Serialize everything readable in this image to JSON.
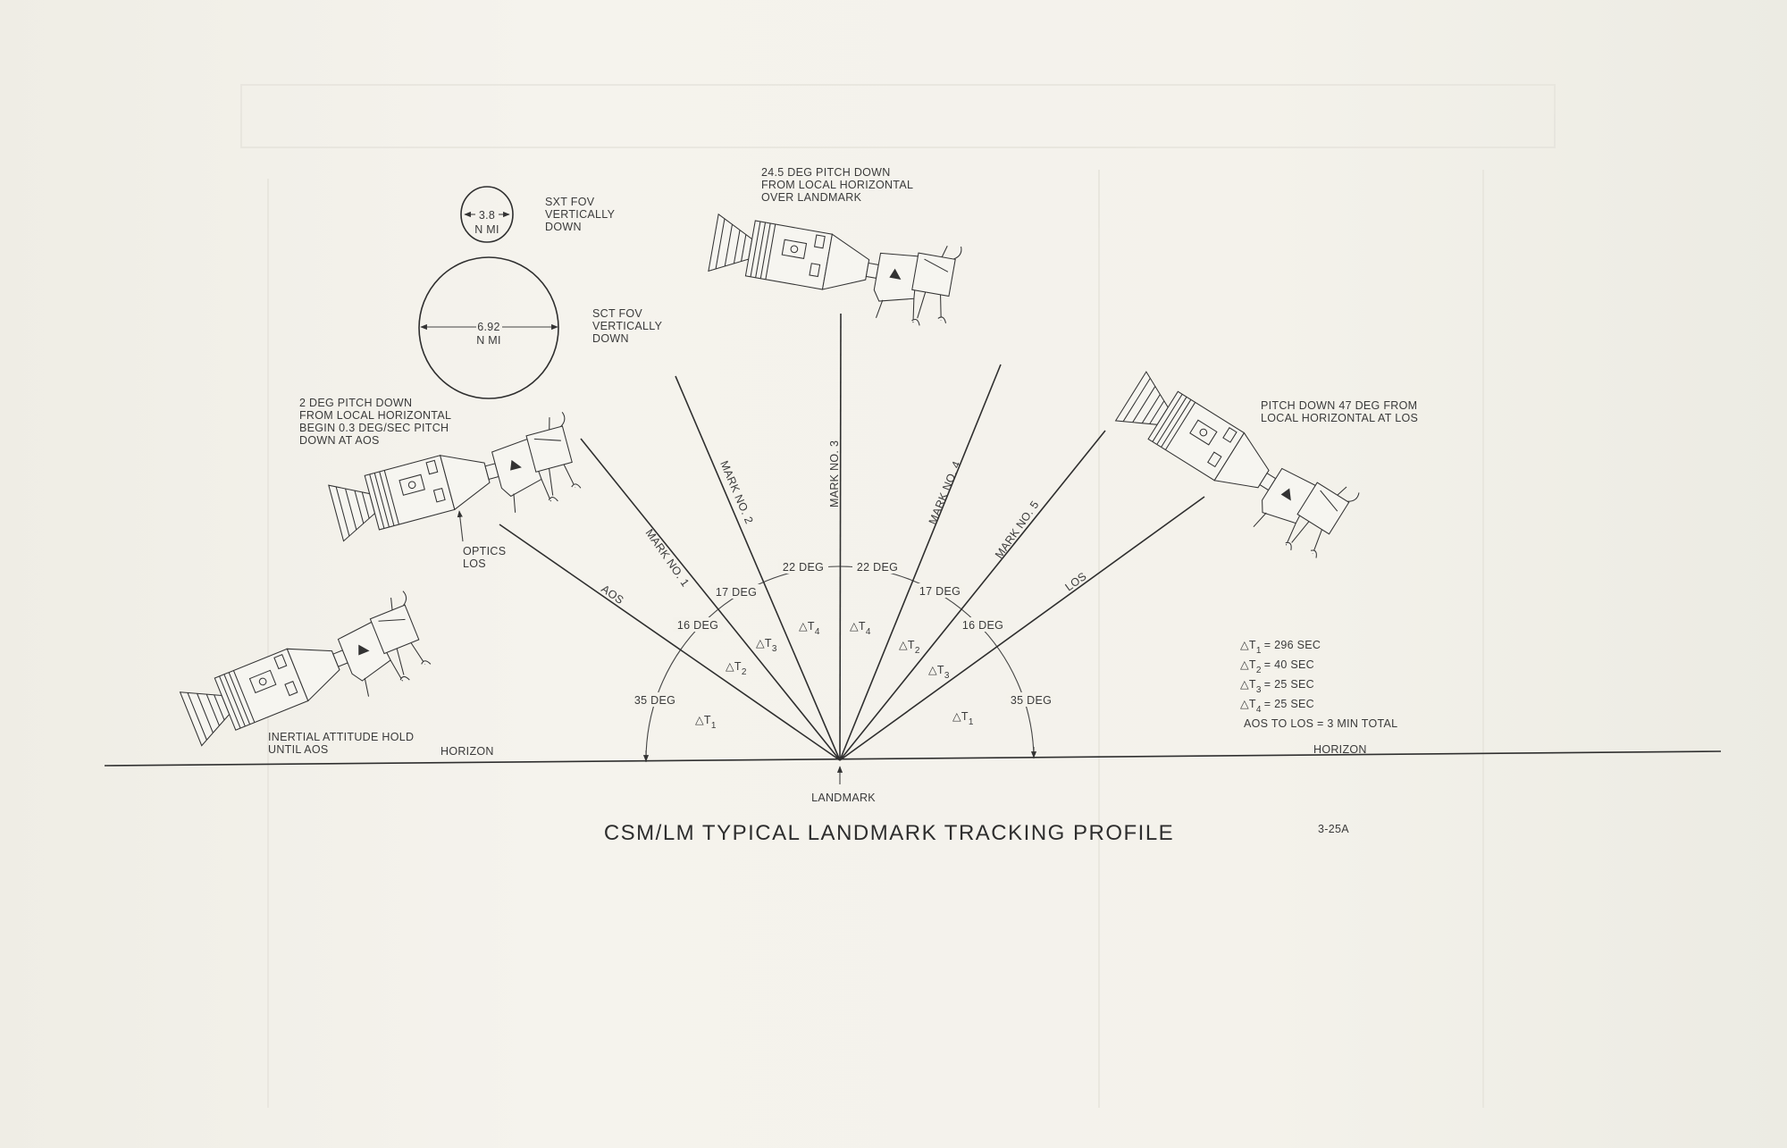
{
  "title": "CSM/LM TYPICAL LANDMARK TRACKING PROFILE",
  "figure_number": "3-25A",
  "fov": {
    "sxt": {
      "diameter": "3.8",
      "unit": "N MI",
      "label": [
        "SXT FOV",
        "VERTICALLY",
        "DOWN"
      ]
    },
    "sct": {
      "diameter": "6.92",
      "unit": "N MI",
      "label": [
        "SCT FOV",
        "VERTICALLY",
        "DOWN"
      ]
    }
  },
  "annotations": {
    "over_landmark": [
      "24.5 DEG PITCH DOWN",
      "FROM LOCAL HORIZONTAL",
      "OVER LANDMARK"
    ],
    "at_aos": [
      "2 DEG PITCH DOWN",
      "FROM LOCAL HORIZONTAL",
      "BEGIN 0.3 DEG/SEC PITCH",
      "DOWN AT AOS"
    ],
    "optics_los": [
      "OPTICS",
      "LOS"
    ],
    "inertial_hold": [
      "INERTIAL ATTITUDE HOLD",
      "UNTIL AOS"
    ],
    "at_los": [
      "PITCH DOWN 47 DEG FROM",
      "LOCAL HORIZONTAL AT LOS"
    ]
  },
  "rays": {
    "aos": "AOS",
    "mark1": "MARK NO. 1",
    "mark2": "MARK NO. 2",
    "mark3": "MARK NO. 3",
    "mark4": "MARK NO. 4",
    "mark5": "MARK NO. 5",
    "los": "LOS"
  },
  "angles": {
    "left": [
      "35 DEG",
      "16 DEG",
      "17 DEG",
      "22 DEG"
    ],
    "right": [
      "22 DEG",
      "17 DEG",
      "16 DEG",
      "35 DEG"
    ]
  },
  "intervals": {
    "delta": "△T",
    "subs": [
      "1",
      "2",
      "3",
      "4"
    ]
  },
  "legend": [
    {
      "sub": "1",
      "value": "= 296 SEC"
    },
    {
      "sub": "2",
      "value": "= 40 SEC"
    },
    {
      "sub": "3",
      "value": "= 25 SEC"
    },
    {
      "sub": "4",
      "value": "= 25 SEC"
    }
  ],
  "legend_total": "AOS TO LOS = 3 MIN TOTAL",
  "horizon": "HORIZON",
  "landmark": "LANDMARK"
}
